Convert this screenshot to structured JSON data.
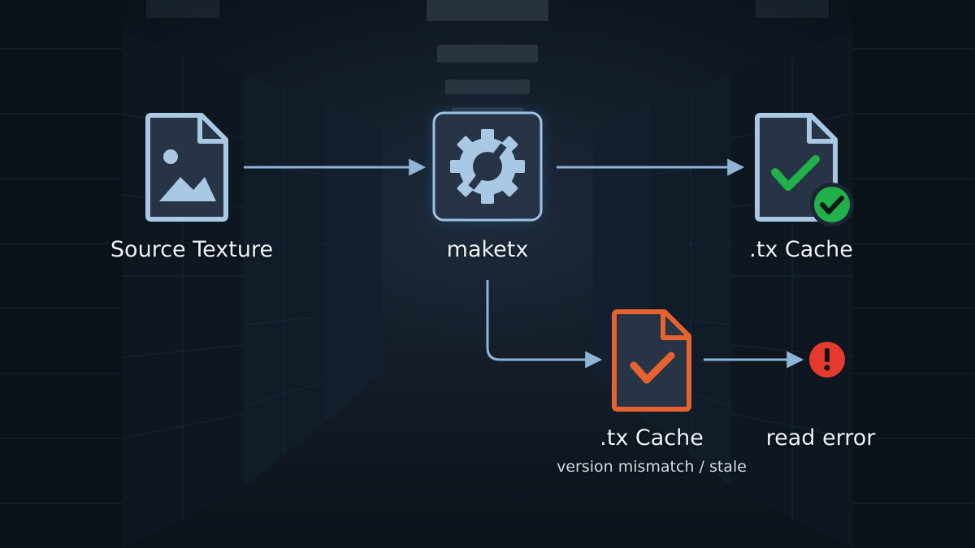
{
  "nodes": {
    "source": {
      "label": "Source Texture"
    },
    "maketx": {
      "label": "maketx"
    },
    "cache_ok": {
      "label": ".tx Cache"
    },
    "cache_stale": {
      "label": ".tx Cache",
      "sublabel": "version mismatch / stale"
    },
    "error": {
      "label": "read error"
    }
  },
  "colors": {
    "icon_blue": "#a9c8e4",
    "node_fill": "#263445",
    "success_green": "#22b04a",
    "stale_orange": "#e8622f",
    "error_red": "#e63a2e",
    "connector": "#8fb4d6"
  },
  "icons": {
    "source": "image-file-icon",
    "maketx": "gear-convert-icon",
    "cache_ok": "file-check-icon",
    "cache_ok_badge": "check-circle-icon",
    "cache_stale": "file-check-icon",
    "error": "exclamation-circle-icon"
  }
}
